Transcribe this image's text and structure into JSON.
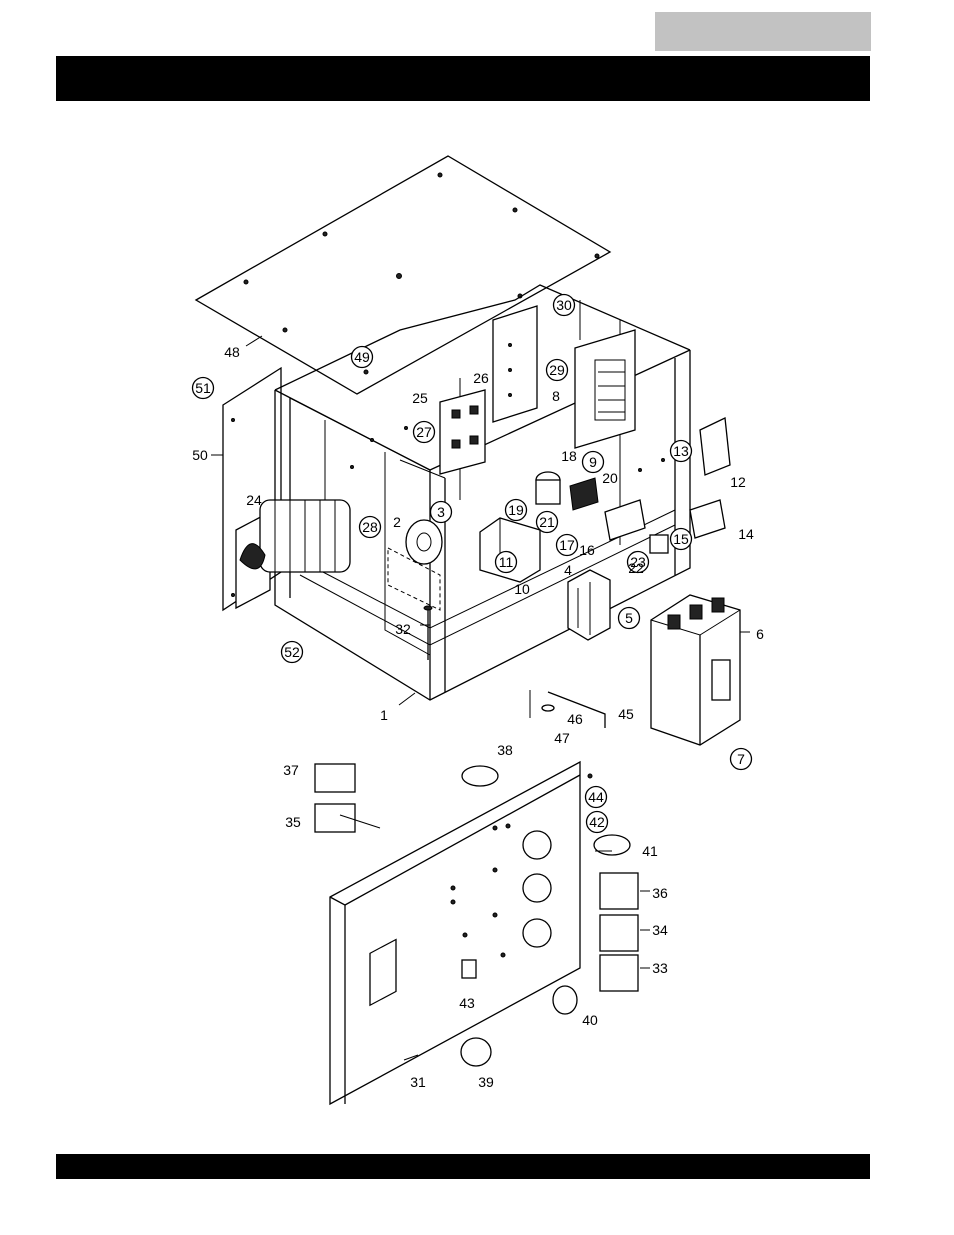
{
  "header": {
    "tab_text": "",
    "bar_text": ""
  },
  "footer": {
    "bar_text": ""
  },
  "callouts": [
    {
      "id": "c48",
      "text": "48",
      "circled": false
    },
    {
      "id": "c49",
      "text": "49",
      "circled": true
    },
    {
      "id": "c30",
      "text": "30",
      "circled": true
    },
    {
      "id": "c26",
      "text": "26",
      "circled": false
    },
    {
      "id": "c29",
      "text": "29",
      "circled": true
    },
    {
      "id": "c8",
      "text": "8",
      "circled": false
    },
    {
      "id": "c51",
      "text": "51",
      "circled": true
    },
    {
      "id": "c25",
      "text": "25",
      "circled": false
    },
    {
      "id": "c27",
      "text": "27",
      "circled": true
    },
    {
      "id": "c50",
      "text": "50",
      "circled": false
    },
    {
      "id": "c13",
      "text": "13",
      "circled": true
    },
    {
      "id": "c12",
      "text": "12",
      "circled": false
    },
    {
      "id": "c18",
      "text": "18",
      "circled": false
    },
    {
      "id": "c9",
      "text": "9",
      "circled": true
    },
    {
      "id": "c20",
      "text": "20",
      "circled": false
    },
    {
      "id": "c24",
      "text": "24",
      "circled": false
    },
    {
      "id": "c3",
      "text": "3",
      "circled": true
    },
    {
      "id": "c19",
      "text": "19",
      "circled": true
    },
    {
      "id": "c21",
      "text": "21",
      "circled": true
    },
    {
      "id": "c28",
      "text": "28",
      "circled": true
    },
    {
      "id": "c2",
      "text": "2",
      "circled": false
    },
    {
      "id": "c14",
      "text": "14",
      "circled": false
    },
    {
      "id": "c15",
      "text": "15",
      "circled": true
    },
    {
      "id": "c17",
      "text": "17",
      "circled": true
    },
    {
      "id": "c16",
      "text": "16",
      "circled": false
    },
    {
      "id": "c23",
      "text": "23",
      "circled": true
    },
    {
      "id": "c22",
      "text": "22",
      "circled": false
    },
    {
      "id": "c11",
      "text": "11",
      "circled": true
    },
    {
      "id": "c10",
      "text": "10",
      "circled": false
    },
    {
      "id": "c4",
      "text": "4",
      "circled": false
    },
    {
      "id": "c5",
      "text": "5",
      "circled": true
    },
    {
      "id": "c6",
      "text": "6",
      "circled": false
    },
    {
      "id": "c32",
      "text": "32",
      "circled": false
    },
    {
      "id": "c52",
      "text": "52",
      "circled": true
    },
    {
      "id": "c1",
      "text": "1",
      "circled": false
    },
    {
      "id": "c46",
      "text": "46",
      "circled": false
    },
    {
      "id": "c45",
      "text": "45",
      "circled": false
    },
    {
      "id": "c47",
      "text": "47",
      "circled": false
    },
    {
      "id": "c7",
      "text": "7",
      "circled": true
    },
    {
      "id": "c38",
      "text": "38",
      "circled": false
    },
    {
      "id": "c37",
      "text": "37",
      "circled": false
    },
    {
      "id": "c44",
      "text": "44",
      "circled": true
    },
    {
      "id": "c35",
      "text": "35",
      "circled": false
    },
    {
      "id": "c42",
      "text": "42",
      "circled": true
    },
    {
      "id": "c41",
      "text": "41",
      "circled": false
    },
    {
      "id": "c36",
      "text": "36",
      "circled": false
    },
    {
      "id": "c34",
      "text": "34",
      "circled": false
    },
    {
      "id": "c33",
      "text": "33",
      "circled": false
    },
    {
      "id": "c43",
      "text": "43",
      "circled": false
    },
    {
      "id": "c40",
      "text": "40",
      "circled": false
    },
    {
      "id": "c31",
      "text": "31",
      "circled": false
    },
    {
      "id": "c39",
      "text": "39",
      "circled": false
    }
  ]
}
